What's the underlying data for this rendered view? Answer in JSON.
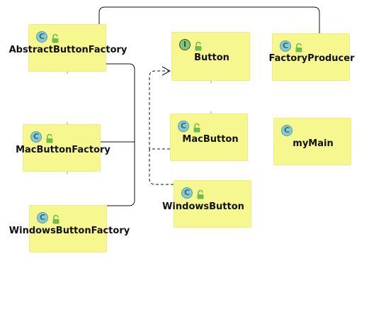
{
  "colors": {
    "node_fill": "#f7f78f",
    "node_border": "#ecec82",
    "class_icon_fill": "#8cc8cf",
    "class_icon_letter": "#2e6e78",
    "interface_icon_fill": "#84c47e",
    "interface_icon_letter": "#2d5a27",
    "lock_icon": "#6cbd4e",
    "edge": "#111111"
  },
  "nodes": [
    {
      "id": "abstract-button-factory",
      "name": "AbstractButtonFactory",
      "kind": "class",
      "kind_letter": "C",
      "icon": "class-icon"
    },
    {
      "id": "button",
      "name": "Button",
      "kind": "interface",
      "kind_letter": "I",
      "icon": "interface-icon"
    },
    {
      "id": "factory-producer",
      "name": "FactoryProducer",
      "kind": "class",
      "kind_letter": "C",
      "icon": "class-icon"
    },
    {
      "id": "mac-button-factory",
      "name": "MacButtonFactory",
      "kind": "class",
      "kind_letter": "C",
      "icon": "class-icon"
    },
    {
      "id": "mac-button",
      "name": "MacButton",
      "kind": "class",
      "kind_letter": "C",
      "icon": "class-icon"
    },
    {
      "id": "my-main",
      "name": "myMain",
      "kind": "class",
      "kind_letter": "C",
      "icon": "class-icon"
    },
    {
      "id": "windows-button-factory",
      "name": "WindowsButtonFactory",
      "kind": "class",
      "kind_letter": "C",
      "icon": "class-icon"
    },
    {
      "id": "windows-button",
      "name": "WindowsButton",
      "kind": "class",
      "kind_letter": "C",
      "icon": "class-icon"
    }
  ],
  "edges": [
    {
      "from": "mac-button-factory",
      "to": "abstract-button-factory",
      "type": "inheritance"
    },
    {
      "from": "windows-button-factory",
      "to": "abstract-button-factory",
      "type": "inheritance"
    },
    {
      "from": "mac-button",
      "to": "button",
      "type": "realization"
    },
    {
      "from": "windows-button",
      "to": "button",
      "type": "realization"
    },
    {
      "from": "factory-producer",
      "to": "abstract-button-factory",
      "type": "association"
    }
  ]
}
